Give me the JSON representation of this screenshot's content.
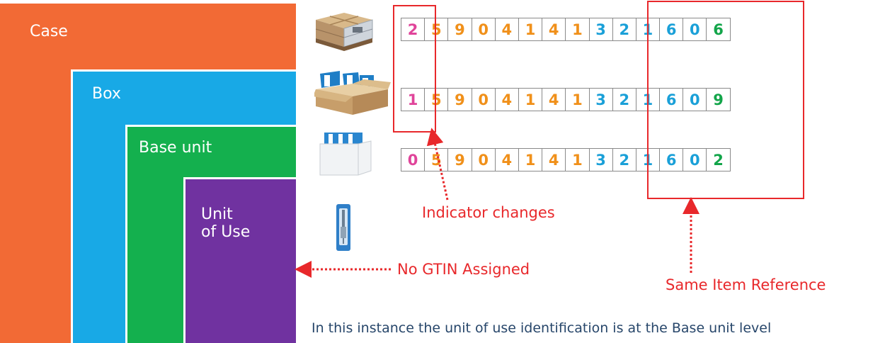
{
  "levels": {
    "case": "Case",
    "box": "Box",
    "base_unit": "Base unit",
    "unit_of_use_line1": "Unit",
    "unit_of_use_line2": "of Use"
  },
  "gtin_rows": [
    {
      "level": "case",
      "indicator": "2",
      "prefix": [
        "5",
        "9",
        "0",
        "4",
        "1",
        "4",
        "1"
      ],
      "item_reference": [
        "3",
        "2",
        "1",
        "6",
        "0"
      ],
      "check_digit": "6",
      "icon": "pallet-icon"
    },
    {
      "level": "box",
      "indicator": "1",
      "prefix": [
        "5",
        "9",
        "0",
        "4",
        "1",
        "4",
        "1"
      ],
      "item_reference": [
        "3",
        "2",
        "1",
        "6",
        "0"
      ],
      "check_digit": "9",
      "icon": "open-carton-icon"
    },
    {
      "level": "base_unit",
      "indicator": "0",
      "prefix": [
        "5",
        "9",
        "0",
        "4",
        "1",
        "4",
        "1"
      ],
      "item_reference": [
        "3",
        "2",
        "1",
        "6",
        "0"
      ],
      "check_digit": "2",
      "icon": "base-unit-box-icon"
    }
  ],
  "unit_of_use_icon": "syringe-vial-icon",
  "annotations": {
    "indicator_changes": "Indicator changes",
    "no_gtin": "No GTIN Assigned",
    "same_item_reference": "Same Item Reference"
  },
  "footer_note": "In this instance the unit of use identification is at the Base unit level",
  "colors": {
    "case": "#f26a35",
    "box": "#18a9e6",
    "base_unit": "#14b04e",
    "unit_of_use": "#7032a0",
    "indicator_digit": "#e0449a",
    "prefix_digit": "#f0901a",
    "item_reference_digit": "#1aa0d8",
    "check_digit": "#13a54a",
    "annotation": "#e8282b",
    "note": "#27466a"
  }
}
